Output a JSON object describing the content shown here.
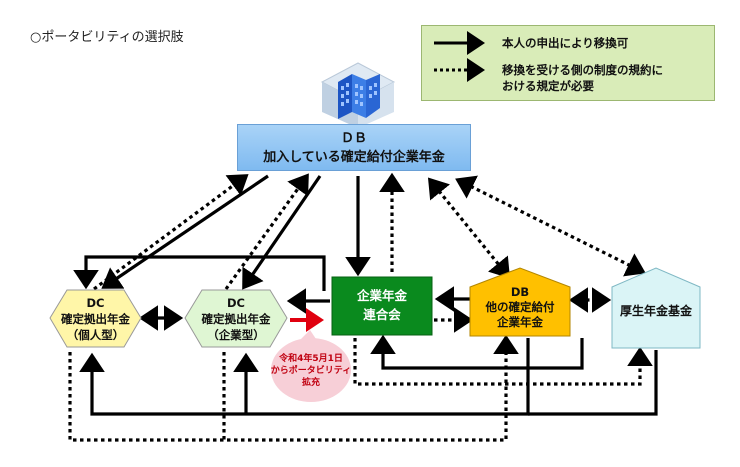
{
  "title": "○ポータビリティの選択肢",
  "legend": {
    "solid": "本人の申出により移換可",
    "dotted_line1": "移換を受ける側の制度の規約に",
    "dotted_line2": "おける規定が必要"
  },
  "nodes": {
    "db_top": {
      "line1": "ＤＢ",
      "line2": "加入している確定給付企業年金"
    },
    "dc_individual": {
      "line1": "DC",
      "line2": "確定拠出年金",
      "line3": "（個人型）"
    },
    "dc_corporate": {
      "line1": "DC",
      "line2": "確定拠出年金",
      "line3": "（企業型）"
    },
    "federation": {
      "line1": "企業年金",
      "line2": "連合会"
    },
    "other_db": {
      "line1": "DB",
      "line2": "他の確定給付",
      "line3": "企業年金"
    },
    "pension_fund": {
      "line1": "厚生年金基金"
    }
  },
  "callout": {
    "line1": "令和4年5月1日",
    "line2": "からポータビリティ",
    "line3": "拡充"
  },
  "colors": {
    "legend_bg": "#d9ecb8",
    "db_top": "#8ec4f4",
    "dc_individual": "#fff6a8",
    "dc_corporate": "#dff6d3",
    "federation": "#0a8a1e",
    "other_db": "#ffc000",
    "pension_fund": "#daf4f6",
    "callout": "#f7cfd7",
    "red_arrow": "#e0000f"
  }
}
